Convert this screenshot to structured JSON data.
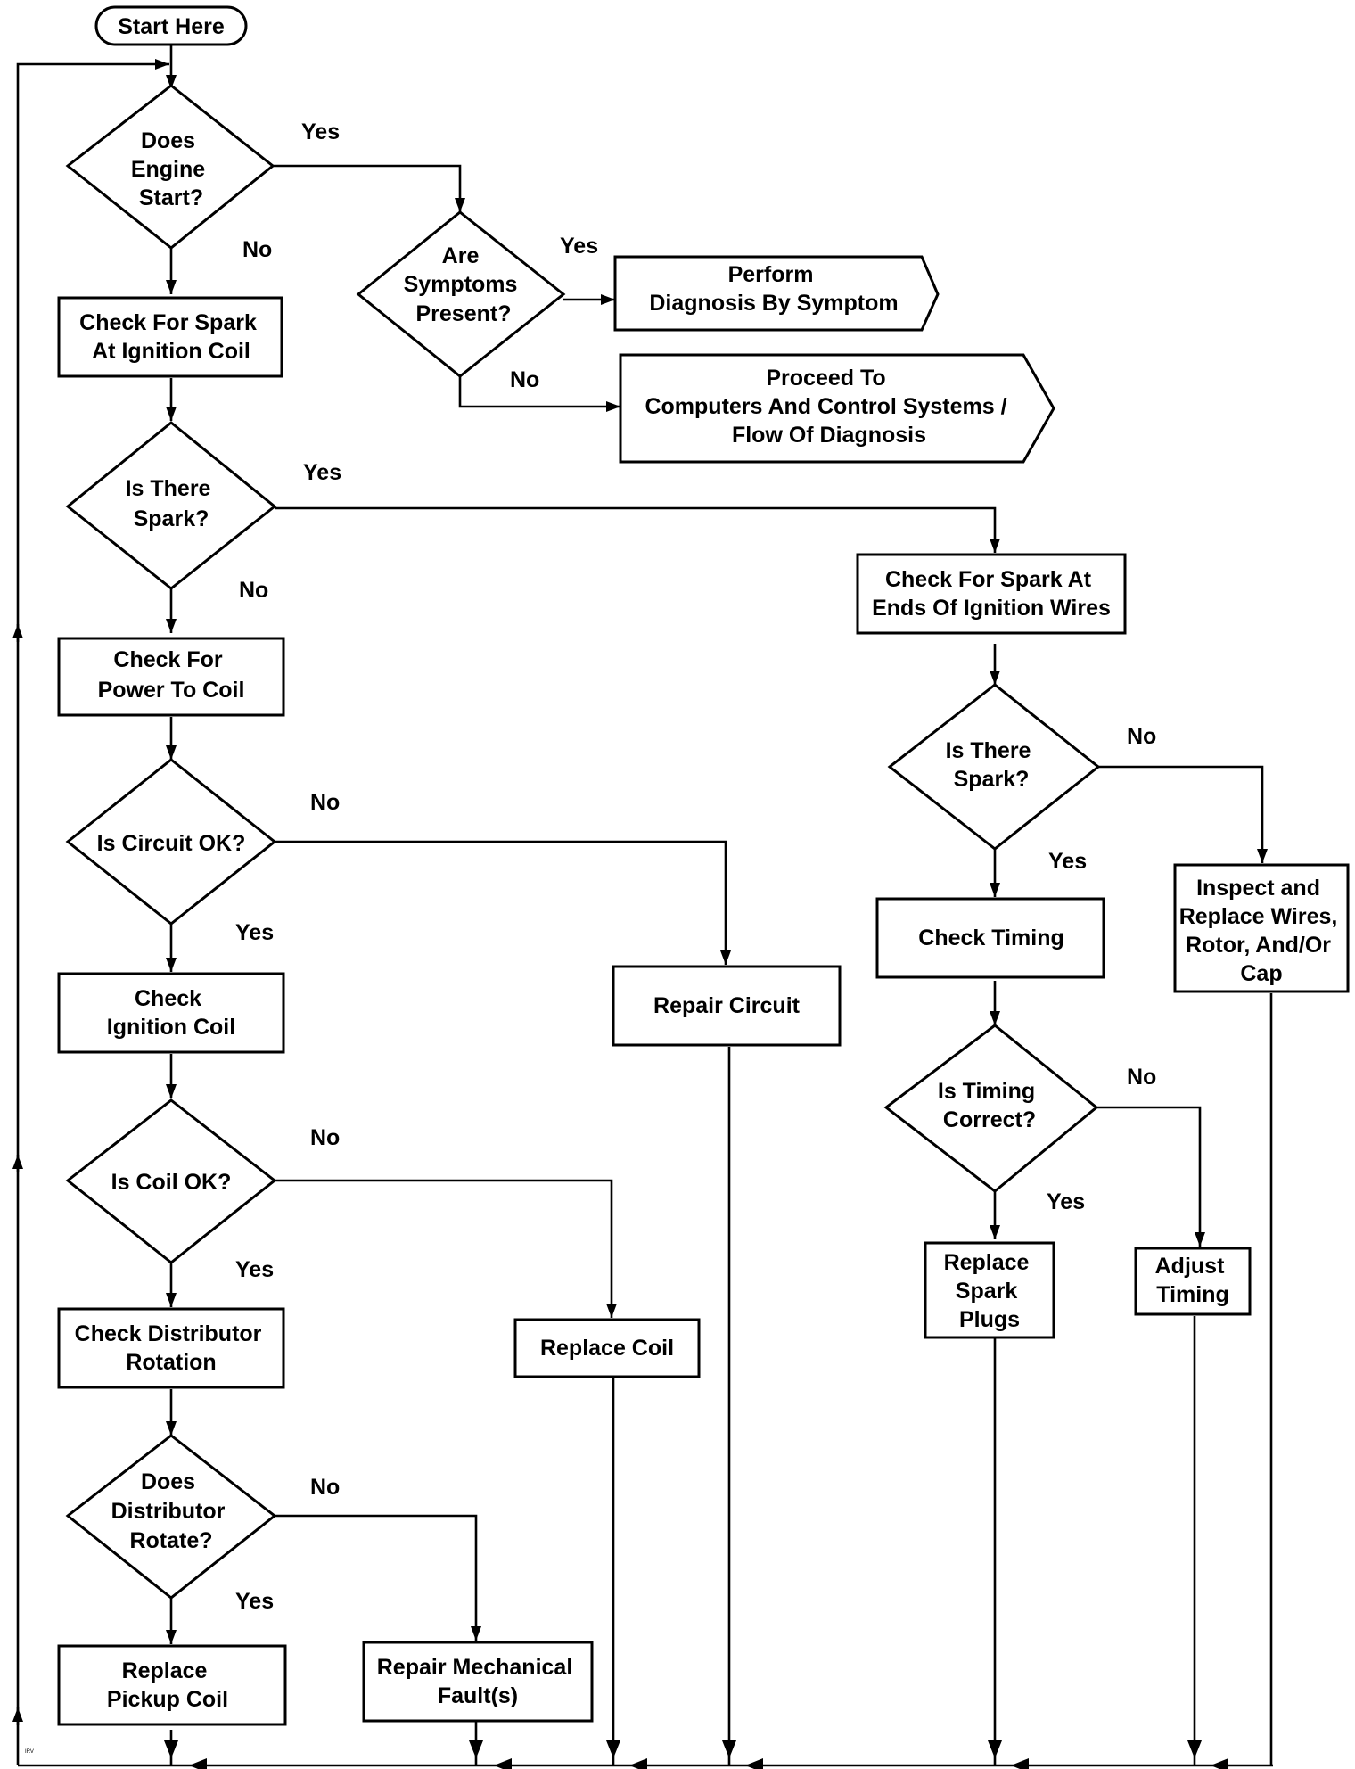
{
  "start": "Start Here",
  "nodes": {
    "does_engine_start": [
      "Does",
      "Engine",
      "Start?"
    ],
    "check_spark_coil": [
      "Check For Spark",
      "At Ignition Coil"
    ],
    "is_there_spark_1": [
      "Is There",
      "Spark?"
    ],
    "check_power_coil": [
      "Check For",
      "Power To Coil"
    ],
    "is_circuit_ok": [
      "Is Circuit OK?"
    ],
    "check_ignition_coil": [
      "Check",
      "Ignition Coil"
    ],
    "is_coil_ok": [
      "Is Coil OK?"
    ],
    "check_distributor_rotation": [
      "Check Distributor",
      "Rotation"
    ],
    "does_distributor_rotate": [
      "Does",
      "Distributor",
      "Rotate?"
    ],
    "replace_pickup_coil": [
      "Replace",
      "Pickup Coil"
    ],
    "repair_mechanical": [
      "Repair Mechanical",
      "Fault(s)"
    ],
    "replace_coil": [
      "Replace Coil"
    ],
    "repair_circuit": [
      "Repair Circuit"
    ],
    "are_symptoms_present": [
      "Are",
      "Symptoms",
      "Present?"
    ],
    "perform_diagnosis": [
      "Perform",
      "Diagnosis By Symptom"
    ],
    "proceed_to": [
      "Proceed To",
      "Computers And Control Systems /",
      "Flow Of Diagnosis"
    ],
    "check_spark_wires": [
      "Check For Spark At",
      "Ends Of Ignition Wires"
    ],
    "is_there_spark_2": [
      "Is There",
      "Spark?"
    ],
    "check_timing": [
      "Check Timing"
    ],
    "inspect_replace": [
      "Inspect and",
      "Replace Wires,",
      "Rotor, And/Or",
      "Cap"
    ],
    "is_timing_correct": [
      "Is Timing",
      "Correct?"
    ],
    "replace_spark_plugs": [
      "Replace",
      "Spark",
      "Plugs"
    ],
    "adjust_timing": [
      "Adjust",
      "Timing"
    ]
  },
  "labels": {
    "yes": "Yes",
    "no": "No"
  },
  "corner_mark": "IRV"
}
